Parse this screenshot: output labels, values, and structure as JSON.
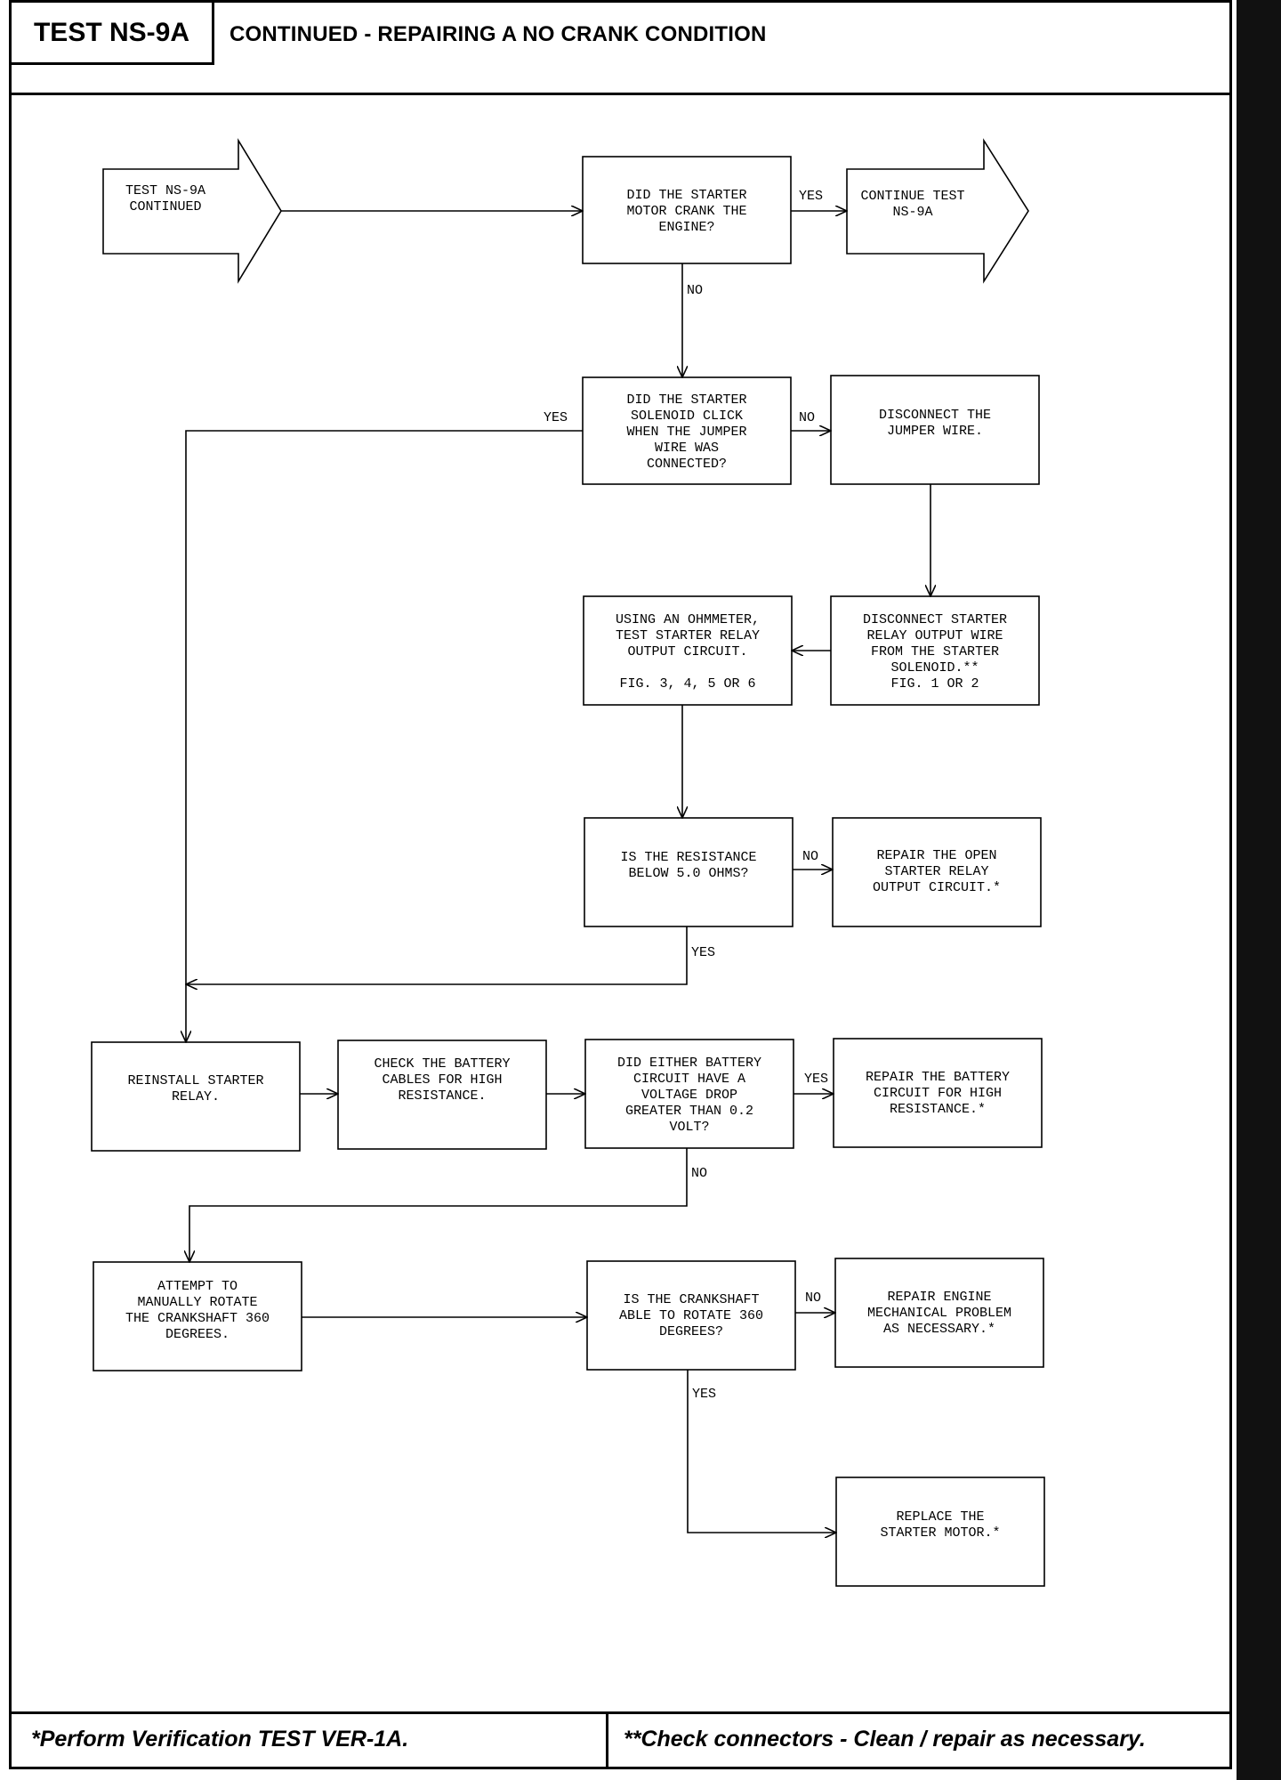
{
  "header": {
    "test_id": "TEST NS-9A",
    "title": "CONTINUED - REPAIRING A NO CRANK CONDITION"
  },
  "footer": {
    "left_note": "*Perform Verification TEST VER-1A.",
    "right_note": "**Check connectors - Clean / repair as necessary."
  },
  "nodes": {
    "start": [
      "TEST NS-9A",
      "CONTINUED"
    ],
    "q_crank": [
      "DID THE STARTER",
      "MOTOR CRANK THE",
      "ENGINE?"
    ],
    "continue": [
      "CONTINUE TEST",
      "NS-9A"
    ],
    "q_solenoid": [
      "DID THE STARTER",
      "SOLENOID CLICK",
      "WHEN THE JUMPER",
      "WIRE WAS",
      "CONNECTED?"
    ],
    "disconnect_jumper": [
      "DISCONNECT THE",
      "JUMPER WIRE."
    ],
    "disconnect_relay": [
      "DISCONNECT STARTER",
      "RELAY OUTPUT WIRE",
      "FROM THE STARTER",
      "SOLENOID.**",
      "FIG. 1 OR 2"
    ],
    "ohmmeter": [
      "USING AN OHMMETER,",
      "TEST STARTER RELAY",
      "OUTPUT CIRCUIT.",
      "",
      "FIG. 3, 4, 5 OR 6"
    ],
    "q_resistance": [
      "IS THE RESISTANCE",
      "BELOW 5.0 OHMS?"
    ],
    "repair_open": [
      "REPAIR THE OPEN",
      "STARTER RELAY",
      "OUTPUT CIRCUIT.*"
    ],
    "reinstall": [
      "REINSTALL STARTER",
      "RELAY."
    ],
    "check_cables": [
      "CHECK THE BATTERY",
      "CABLES FOR HIGH",
      "RESISTANCE."
    ],
    "q_voltage": [
      "DID EITHER BATTERY",
      "CIRCUIT HAVE A",
      "VOLTAGE DROP",
      "GREATER THAN 0.2",
      "VOLT?"
    ],
    "repair_battery": [
      "REPAIR THE BATTERY",
      "CIRCUIT FOR HIGH",
      "RESISTANCE.*"
    ],
    "rotate": [
      "ATTEMPT TO",
      "MANUALLY ROTATE",
      "THE CRANKSHAFT 360",
      "DEGREES."
    ],
    "q_crankshaft": [
      "IS THE CRANKSHAFT",
      "ABLE TO ROTATE 360",
      "DEGREES?"
    ],
    "repair_engine": [
      "REPAIR ENGINE",
      "MECHANICAL PROBLEM",
      "AS NECESSARY.*"
    ],
    "replace_motor": [
      "REPLACE THE",
      "STARTER MOTOR.*"
    ]
  },
  "branch_labels": {
    "crank_yes": "YES",
    "crank_no": "NO",
    "solenoid_yes": "YES",
    "solenoid_no": "NO",
    "resistance_no": "NO",
    "resistance_yes": "YES",
    "voltage_yes": "YES",
    "voltage_no": "NO",
    "crankshaft_no": "NO",
    "crankshaft_yes": "YES"
  }
}
